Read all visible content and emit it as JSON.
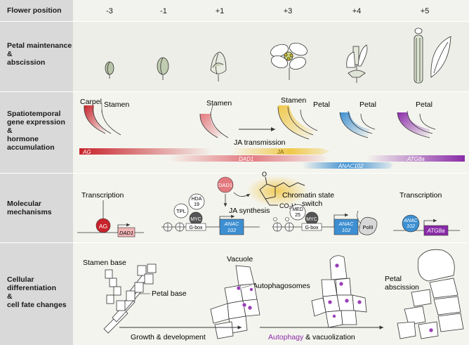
{
  "header": {
    "label": "Flower position",
    "positions": [
      "-3",
      "-1",
      "+1",
      "+3",
      "+4",
      "+5"
    ]
  },
  "rows": {
    "petal": "Petal maintenance\n&\nabscission",
    "gene": "Spatiotemporal\ngene expression\n&\nhormone\naccumulation",
    "molecular": "Molecular\nmechanisms",
    "cellular": "Cellular\ndifferentiation\n&\ncell fate changes"
  },
  "gene_panel": {
    "carpel": "Carpel",
    "stamen1": "Stamen",
    "stamen2": "Stamen",
    "stamen3": "Stamen",
    "petal1": "Petal",
    "petal2": "Petal",
    "petal3": "Petal",
    "ja_transmission": "JA transmission",
    "bars": {
      "ag": "AG",
      "ja": "JA",
      "dad1": "DAD1",
      "anac102": "ANAC102",
      "atg8a": "ATG8a"
    }
  },
  "molecular_panel": {
    "transcription1": "Transcription",
    "ag": "AG",
    "dad1_gene": "DAD1",
    "dad1_protein": "DAD1",
    "ja_synthesis": "JA synthesis",
    "co2h": "CO₂H",
    "oxygen": "O",
    "tpl": "TPL",
    "hda": "HDA\n19",
    "myc1": "MYC",
    "gbox1": "G-box",
    "anac102_gene1": "ANAC\n102",
    "chromatin": "Chromatin state\nswitch",
    "med": "MED\n25",
    "myc2": "MYC",
    "gbox2": "G-box",
    "anac102_gene2": "ANAC\n102",
    "polii": "PolII",
    "transcription2": "Transcription",
    "anac102_protein": "ANAC\n102",
    "atg8a_gene": "ATG8a",
    "colors": {
      "ag": "#c8232b",
      "dad1": "#e3797f",
      "anac": "#3d8fd1",
      "atg8a": "#8a2ba8",
      "ja": "#f0c84a"
    }
  },
  "cellular_panel": {
    "stamen_base": "Stamen base",
    "petal_base": "Petal base",
    "vacuole": "Vacuole",
    "autophagosomes": "Autophagosomes",
    "petal_abscission": "Petal\nabscission",
    "growth": "Growth & development",
    "autophagy": "Autophagy",
    "vacuolization": " & vacuolization"
  }
}
